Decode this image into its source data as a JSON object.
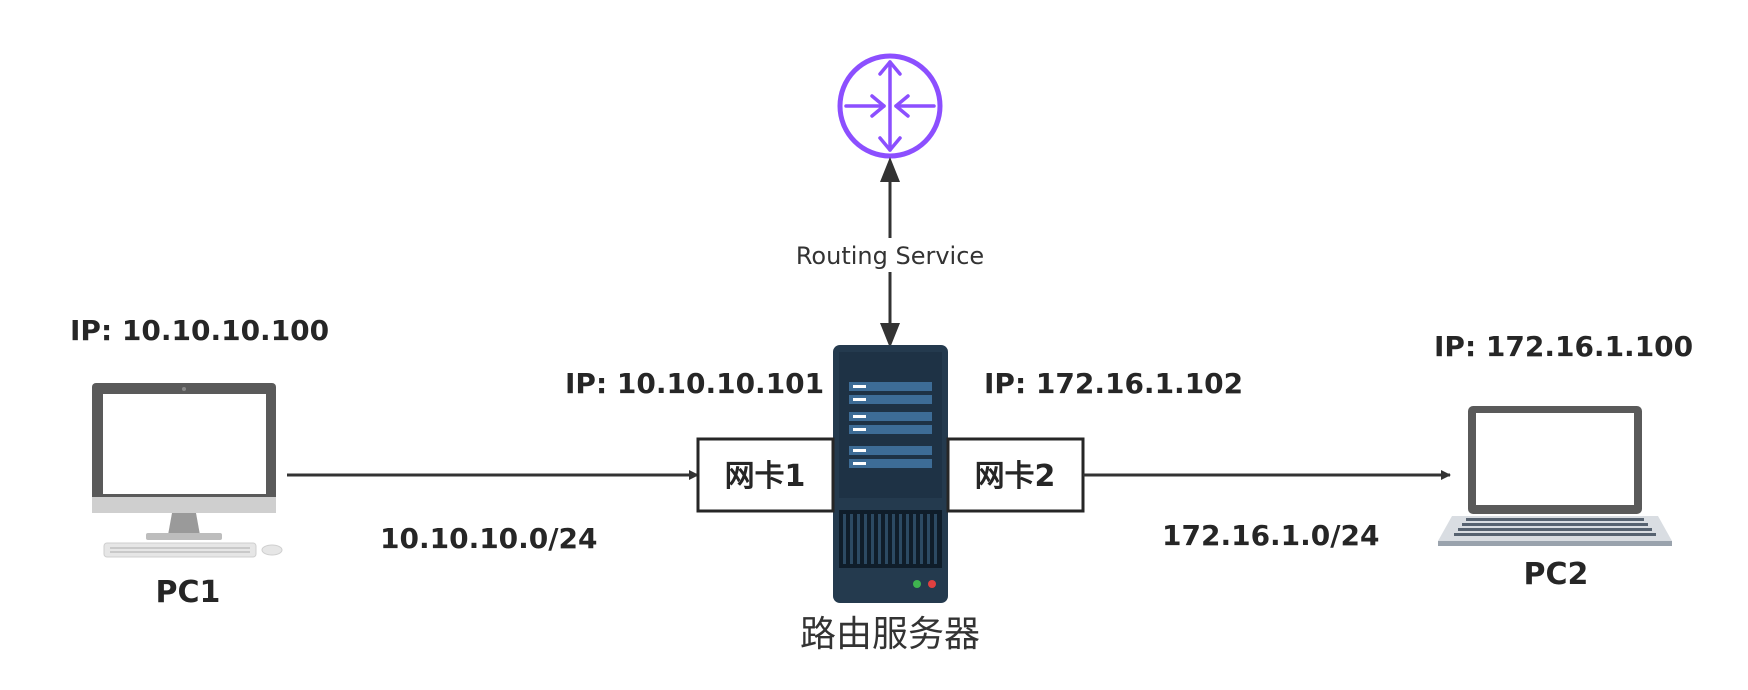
{
  "routing_service": {
    "label": "Routing Service",
    "icon": "router-icon",
    "color": "#8c4fff"
  },
  "pc1": {
    "label": "PC1",
    "ip": "IP: 10.10.10.100",
    "icon": "desktop-monitor-icon"
  },
  "pc2": {
    "label": "PC2",
    "ip": "IP: 172.16.1.100",
    "icon": "laptop-icon"
  },
  "server": {
    "label": "路由服务器",
    "icon": "server-tower-icon",
    "nic1": {
      "label": "网卡1",
      "ip": "IP: 10.10.10.101"
    },
    "nic2": {
      "label": "网卡2",
      "ip": "IP: 172.16.1.102"
    }
  },
  "networks": {
    "left": "10.10.10.0/24",
    "right": "172.16.1.0/24"
  }
}
